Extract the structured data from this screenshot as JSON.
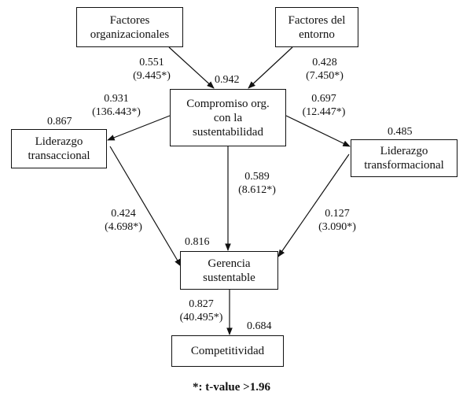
{
  "nodes": {
    "factores_org": {
      "label": "Factores\norganizacionales"
    },
    "factores_ent": {
      "label": "Factores del\nentorno"
    },
    "compromiso": {
      "label": "Compromiso org.\ncon la\nsustentabilidad",
      "r2": "0.942"
    },
    "liderazgo_trans": {
      "label": "Liderazgo\ntransaccional",
      "r2": "0.867"
    },
    "liderazgo_transf": {
      "label": "Liderazgo\ntransformacional",
      "r2": "0.485"
    },
    "gerencia": {
      "label": "Gerencia\nsustentable",
      "r2": "0.816"
    },
    "competitividad": {
      "label": "Competitividad",
      "r2": "0.684"
    }
  },
  "paths": {
    "org_comp": {
      "coef": "0.551",
      "t": "(9.445*)"
    },
    "ent_comp": {
      "coef": "0.428",
      "t": "(7.450*)"
    },
    "comp_ltrans": {
      "coef": "0.931",
      "t": "(136.443*)"
    },
    "comp_ltransf": {
      "coef": "0.697",
      "t": "(12.447*)"
    },
    "comp_ger": {
      "coef": "0.589",
      "t": "(8.612*)"
    },
    "ltrans_ger": {
      "coef": "0.424",
      "t": "(4.698*)"
    },
    "ltransf_ger": {
      "coef": "0.127",
      "t": "(3.090*)"
    },
    "ger_comp": {
      "coef": "0.827",
      "t": "(40.495*)"
    }
  },
  "footnote": "*: t-value >1.96"
}
